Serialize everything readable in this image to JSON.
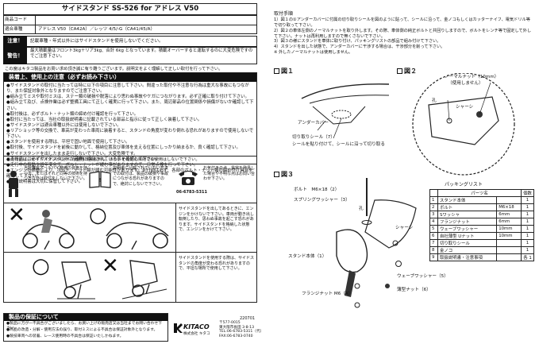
{
  "title": "サイドスタンド SS-526 for アドレス V50",
  "header_rows": [
    {
      "label": "商品コード",
      "value": ""
    },
    {
      "label": "適合車種",
      "value": "アドレス V50（CA42A）／レッツ 4/5/-G（CA41/45/A）"
    }
  ],
  "caution": {
    "label": "注意！",
    "lines": [
      "記載車種・年式以外にはサイドスタンドを使用しないでください。"
    ]
  },
  "warning": {
    "label": "警告！",
    "lines": [
      "最大積載量はフロント3kg＋リア3kg、合計 6kg となっています。積載オーバーすると運転するのに大変危険ですのでご注意下さい。"
    ]
  },
  "intro_note": "この度はキタコ製品をお買い求め頂き誠に有り難うございます。説明文をよく理解して正しい取付を行って下さい。",
  "safety_heading": "装着上、使用上の注意（必ずお読み下さい）",
  "safety_items": [
    "●サイドスタンドの取付に当たっては特に以下の項目に注意して下さい。間違った取付や不注意な行為は重大な事故にもつながり、また保証対象外となりますのでご注意下さい。",
    "●組み立てミスや取付ミスは、ステー類の破損や脱落により思わぬ事故やケガにつながります。必ず正確に取り付けて下さい。",
    "●組み立て及び、点検作業は必ず整備工具にて正しく確実に行って下さい。また、周辺部品の位置関係や損傷がないか確認して下さい。",
    "●取付後は、必ずボルト・ナット類の締め付け確認を行って下さい。",
    "●取付に当たっては、当社の取扱説明書に記載されている部品と指示に従って正しく装着して下さい。",
    "●サイドスタンドは適合車種以外には使用しないで下さい。",
    "●リアショック等の交換で、車高が変わった車両に装着すると、スタンドの角度が変わり倒れる恐れがありますので使用しないで下さい。",
    "●スタンドを使用する際は、平坦で固い地面で使用して下さい。",
    "●取付後、サイドスタンドを前後に動かして、格納位置及び車体を支える位置にしっかり納まるか、良く確認して下さい。",
    "●サイドスタンドを出したまま走行しないで下さい。大変危険です。",
    "●走行前には必ずサイドスタンドが確実に格納されている事を確認して下さい。",
    "●走行中の振動や経年変化で、ボルト・ナットが緩む事がありますので、日常点検を行って下さい。",
    "●エンジンの振動により、ボルト、ナット類が緩む可能性があります。走行前は必ず、各部のボルト・ナット類の締め付け具合を確認して下さい。",
    "●取付説明書は大切に保管して下さい。"
  ],
  "notice_line": "この商品は、サイドスタンド以外には使用出来ません。また、その他の目的での使用はしないで下さい。",
  "icon_notes": [
    "当社推奨オートバイ整備の資格を持つ方、またはそれと同等の技術を持つ方以外は取付をしないで下さい。",
    "説明書に記載されていない方法での取付は、製品の破損や事故につながる恐れがありますので、絶対にしないで下さい。",
    "お気付きの点、異常を発見した場合や不明な点はお問い合わせ下さい。"
  ],
  "phone_number": "06-6783-5311",
  "usage_notes": [
    "サイドスタンドを出してあるときに、エンジンをかけないで下さい。車両が動き出し転倒したり、思わぬ事故を起こす恐れがあります。サイドスタンドを格納した状態で、エンジンをかけて下さい。",
    "サイドスタンドを使用する際は、サイドスタンドの角度が変わる恐れがありますので、平坦な場所で使用して下さい。"
  ],
  "warranty": {
    "heading": "製品の保証について",
    "lines": [
      "●製品に万が一不具合がございましたら、お買い上げの販売店又は当社までお問い合わせ下さい。",
      "●商品の改造・分解・使用方法の誤り、取付ミスによる不具合は保証対象外となります。",
      "●競技車両への装着、レース使用時の不具合は保証いたしかねます。"
    ]
  },
  "doc_number": "220701",
  "company": {
    "logo": "KITACO",
    "name": "株式会社 キタコ",
    "postal": "〒577-0015",
    "address": "東大阪市長田 3-8-13",
    "tel": "TEL:06-6783-5311（代）",
    "fax": "FAX:06-6783-0740"
  },
  "procedure": {
    "heading": "取付手順",
    "steps": [
      "1）図１の①アンダーカバーに付属の切り取りシールを図のように貼って、シールに沿って、金ノコもしくはカッターナイフ、電気ドリル等で切り取って下さい。",
      "2）図２の車体左側のノーマルナットを取り外します。その際、車体側の純正ボルトと共回りしますので、ボルトをレンチ等で固定して外して下さい。ナットは再利用しますので無くさないで下さい。",
      "3）図３の様にスタンドを車体に取り付け、パッキングリストの部品で組み付けて下さい。",
      "4）スタンドを出した状態で、アンダーカバーに干渉する場合は、干渉部分を削って下さい。",
      "※ 外したノーマルナットは使用しません。"
    ]
  },
  "figures": {
    "fig1": {
      "label": "図１",
      "callouts": [
        "アンダーカバー",
        "切り取りシール（7）",
        "シールを貼り付けて、シールに沿って切り取る"
      ]
    },
    "fig2": {
      "label": "図２",
      "callouts": [
        "ノーマルナット（10mm）",
        "（使用しません）",
        "シャーシ",
        "孔"
      ]
    },
    "fig3": {
      "label": "図３",
      "callouts": [
        "ボルト　M6×18（2）",
        "スプリングワッシャー（3）",
        "孔",
        "シャーシ",
        "スタンド本体（1）",
        "フランジナット M6（4）",
        "ウェーブワッシャー（5）",
        "薄型ナット（6）"
      ]
    }
  },
  "packing_list": {
    "title": "パッキングリスト",
    "headers": [
      "",
      "パーツ名",
      "",
      "個数"
    ],
    "rows": [
      [
        "1",
        "スタンド本体",
        "",
        "1"
      ],
      [
        "2",
        "ボルト",
        "M6×18",
        "1"
      ],
      [
        "3",
        "Sワッシャ",
        "6mm",
        "1"
      ],
      [
        "4",
        "フランジナット",
        "6mm",
        "1"
      ],
      [
        "5",
        "ウェーブワッシャー",
        "10mm",
        "1"
      ],
      [
        "6",
        "自社薄型 Uナット",
        "10mm",
        "1"
      ],
      [
        "7",
        "切り取りシール",
        "",
        "1"
      ],
      [
        "8",
        "金ノコ",
        "",
        "1"
      ],
      [
        "9",
        "取扱説明書・注意事項",
        "",
        "各 1"
      ]
    ]
  },
  "symbols": {
    "x_mark": "✕",
    "o_mark": "○"
  }
}
